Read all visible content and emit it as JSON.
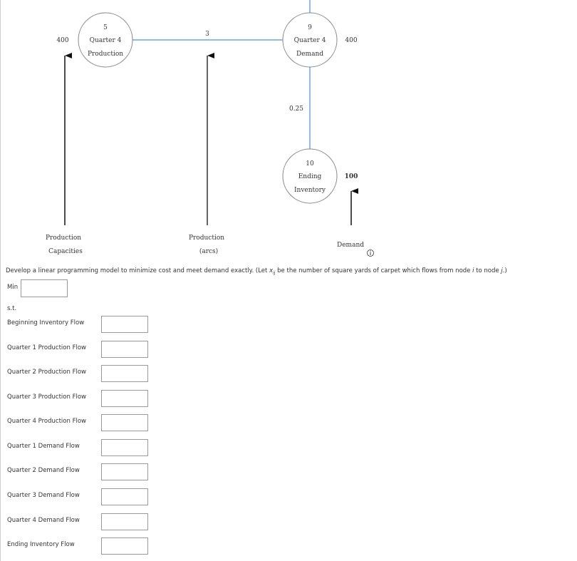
{
  "diagram": {
    "nodes": [
      {
        "id": "5",
        "line1": "Quarter 4",
        "line2": "Production",
        "side_value": "400"
      },
      {
        "id": "9",
        "line1": "Quarter 4",
        "line2": "Demand",
        "side_value": "400"
      },
      {
        "id": "10",
        "line1": "Ending",
        "line2": "Inventory",
        "side_value": "100"
      }
    ],
    "arcs": [
      {
        "from": "5",
        "to": "9",
        "cost": "3"
      },
      {
        "from": "9",
        "to": "10",
        "cost": "0.25"
      }
    ],
    "legend": {
      "capacities_line1": "Production",
      "capacities_line2": "Capacities",
      "arcs_line1": "Production",
      "arcs_line2": "(arcs)",
      "demand": "Demand"
    },
    "arc_color": "#6aaad6"
  },
  "prompt": {
    "before": "Develop a linear programming model to minimize cost and meet demand exactly. (Let ",
    "var": "x",
    "sub": "ij",
    "middle": " be the number of square yards of carpet which flows from node ",
    "i": "i",
    "to_node": " to node ",
    "j": "j",
    "end": ".)"
  },
  "objective": {
    "label": "Min",
    "value": ""
  },
  "st_label": "s.t.",
  "constraints": [
    {
      "label": "Beginning Inventory Flow",
      "value": ""
    },
    {
      "label": "Quarter 1 Production Flow",
      "value": ""
    },
    {
      "label": "Quarter 2 Production Flow",
      "value": ""
    },
    {
      "label": "Quarter 3 Production Flow",
      "value": ""
    },
    {
      "label": "Quarter 4 Production Flow",
      "value": ""
    },
    {
      "label": "Quarter 1 Demand Flow",
      "value": ""
    },
    {
      "label": "Quarter 2 Demand Flow",
      "value": ""
    },
    {
      "label": "Quarter 3 Demand Flow",
      "value": ""
    },
    {
      "label": "Quarter 4 Demand Flow",
      "value": ""
    },
    {
      "label": "Ending Inventory Flow",
      "value": ""
    }
  ]
}
